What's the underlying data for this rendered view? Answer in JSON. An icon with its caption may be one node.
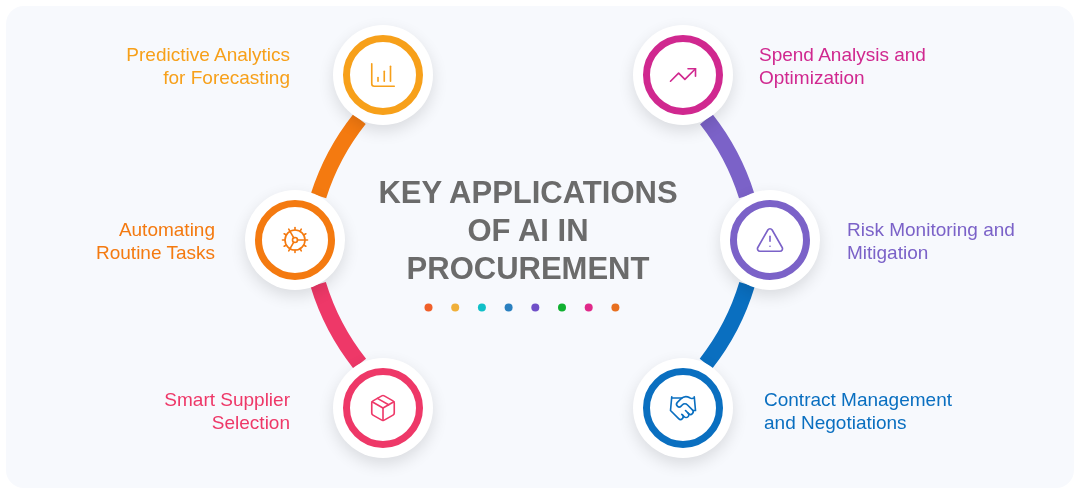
{
  "diagram": {
    "title": "KEY APPLICATIONS OF AI IN PROCUREMENT",
    "nodes": [
      {
        "text": [],
        "shape": "circle",
        "beside": [
          "Predictive Analytics for Forecasting"
        ]
      },
      {
        "text": [],
        "shape": "circle",
        "beside": [
          "Automating Routine Tasks"
        ]
      },
      {
        "text": [],
        "shape": "circle",
        "beside": [
          "Smart Supplier Selection"
        ]
      },
      {
        "text": [],
        "shape": "circle",
        "beside": [
          "Spend Analysis and Optimization"
        ]
      },
      {
        "text": [],
        "shape": "circle",
        "beside": [
          "Risk Monitoring and Mitigation"
        ]
      },
      {
        "text": [],
        "shape": "circle",
        "beside": [
          "Contract Management and Negotiations"
        ]
      }
    ],
    "edges": [
      {
        "from": 0,
        "to": 1,
        "arrow": "none",
        "color": "#f47a10"
      },
      {
        "from": 1,
        "to": 2,
        "arrow": "none",
        "color": "#ee3868"
      },
      {
        "from": 3,
        "to": 4,
        "arrow": "none",
        "color": "#7b62c8"
      },
      {
        "from": 4,
        "to": 5,
        "arrow": "none",
        "color": "#0a6fc0"
      }
    ]
  }
}
